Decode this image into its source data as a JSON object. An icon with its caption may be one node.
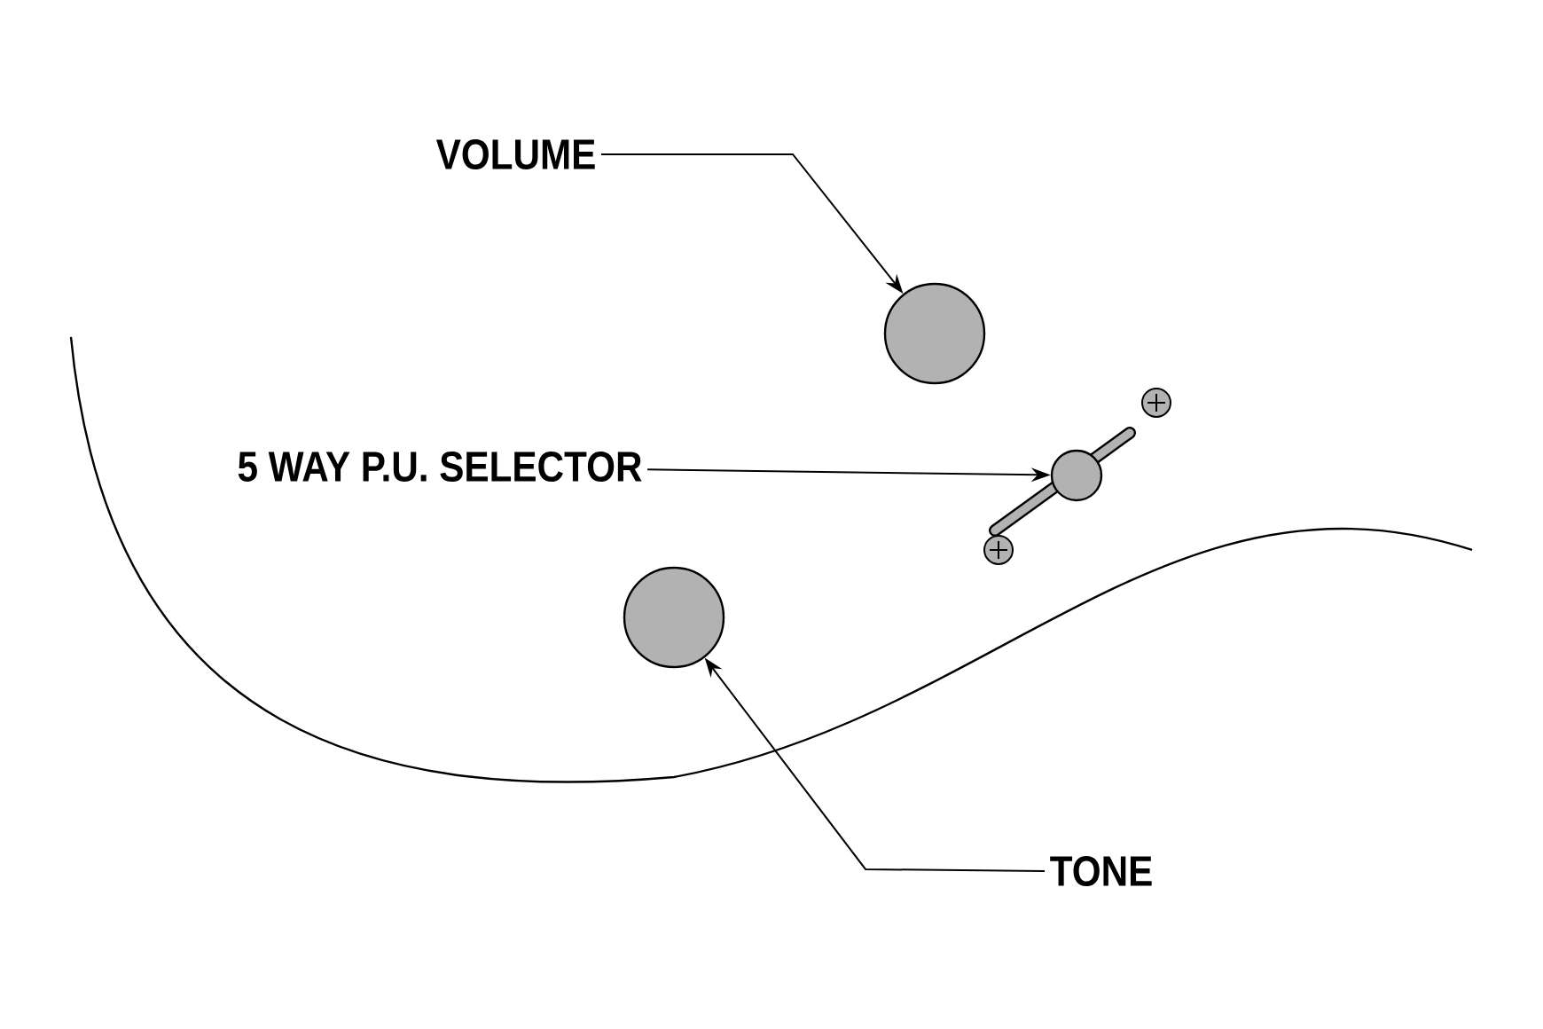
{
  "diagram": {
    "nodes": [
      {
        "text": [
          "VOLUME"
        ]
      },
      {
        "text": [],
        "shape": "circle"
      },
      {
        "text": [
          "5 WAY P.U. SELECTOR"
        ]
      },
      {
        "text": [],
        "shape": "switch"
      },
      {
        "text": [],
        "shape": "circle"
      },
      {
        "text": [
          "TONE"
        ]
      }
    ],
    "edges": [
      {
        "from": 0,
        "to": 1,
        "arrow": "to"
      },
      {
        "from": 2,
        "to": 3,
        "arrow": "to"
      },
      {
        "from": 5,
        "to": 4,
        "arrow": "to"
      }
    ]
  }
}
